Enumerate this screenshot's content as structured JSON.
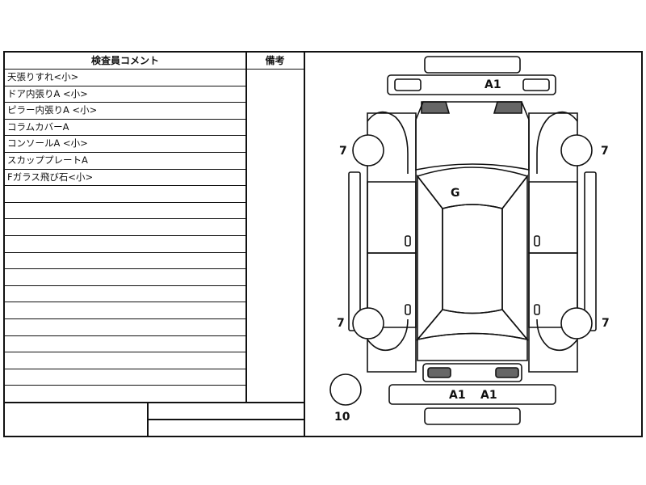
{
  "comment_header": "検査員コメント",
  "remarks_header": "備考",
  "comments": [
    "天張りすれ<小>",
    "ドア内張りA <小>",
    "ピラー内張りA <小>",
    "コラムカバーA",
    "コンソールA <小>",
    "スカッププレートA",
    "Fガラス飛び石<小>",
    "",
    "",
    "",
    "",
    "",
    "",
    "",
    "",
    "",
    "",
    "",
    "",
    ""
  ],
  "diagram": {
    "front_bumper_mark": "A1",
    "windshield_mark": "G",
    "tire_fl": "7",
    "tire_fr": "7",
    "tire_rl": "7",
    "tire_rr": "7",
    "rear_mark_left": "A1",
    "rear_mark_right": "A1",
    "spare_tire": "10"
  }
}
